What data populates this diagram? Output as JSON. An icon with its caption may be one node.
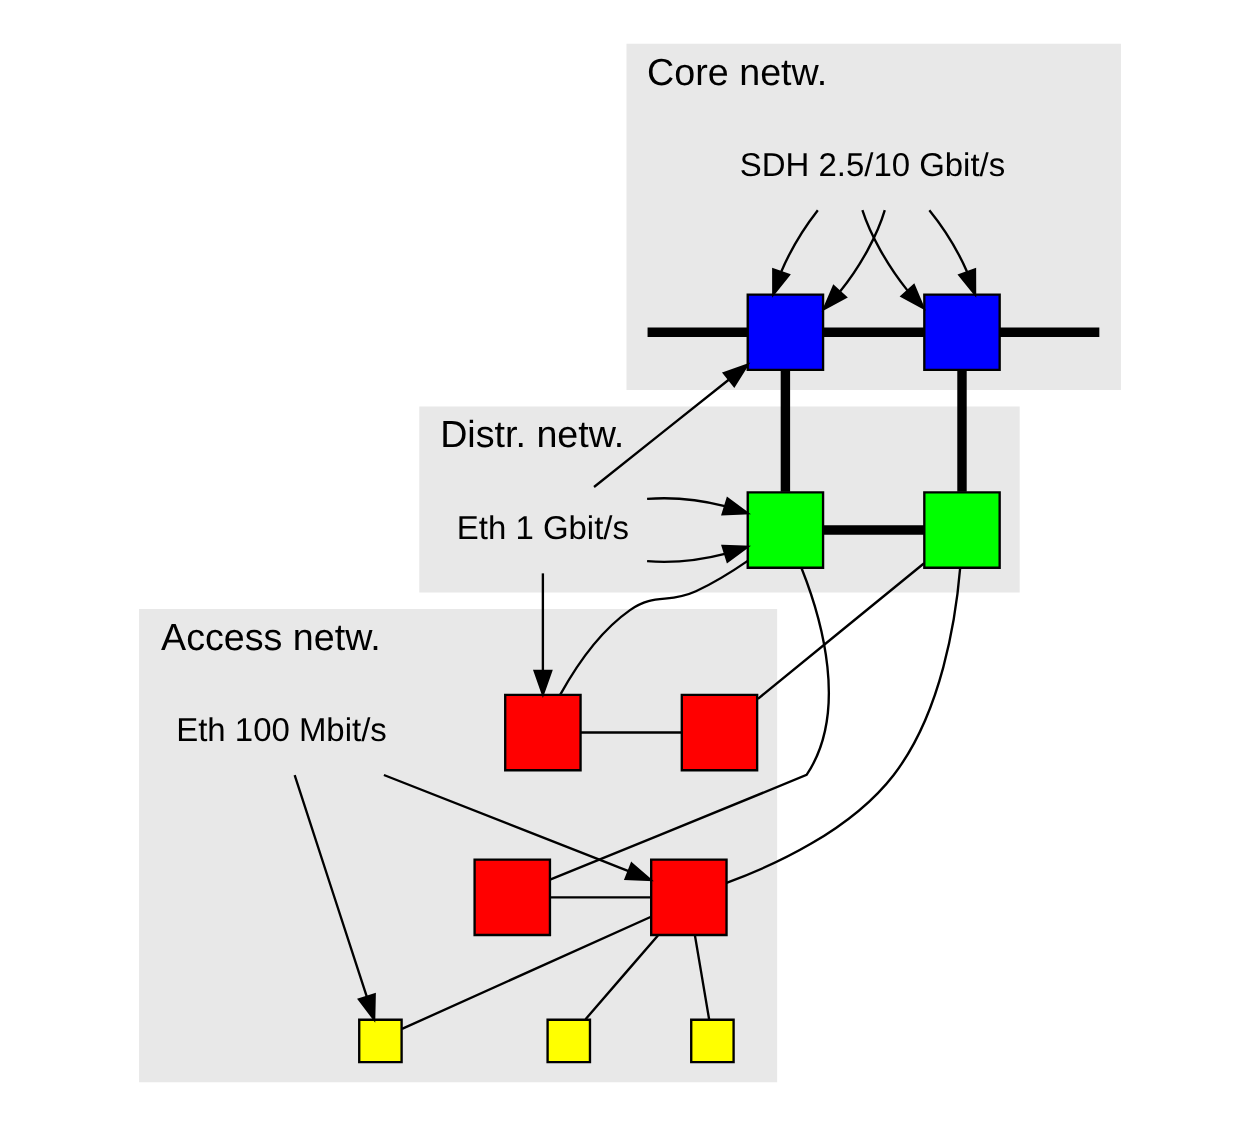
{
  "diagram": {
    "nodes": [
      {
        "text": [
          "Core netw."
        ]
      },
      {
        "text": [],
        "shape": "box",
        "in": 0
      },
      {
        "text": [],
        "shape": "box",
        "in": 0
      },
      {
        "text": [
          "Distr. netw."
        ]
      },
      {
        "text": [],
        "shape": "box",
        "in": 3
      },
      {
        "text": [],
        "shape": "box",
        "in": 3
      },
      {
        "text": [
          "Access netw."
        ]
      },
      {
        "text": [],
        "shape": "box",
        "in": 6
      },
      {
        "text": [],
        "shape": "box",
        "in": 6
      },
      {
        "text": [],
        "shape": "box",
        "in": 6
      },
      {
        "text": [],
        "shape": "box",
        "in": 6
      },
      {
        "text": [],
        "shape": "box",
        "in": 6
      },
      {
        "text": [],
        "shape": "box",
        "in": 6
      },
      {
        "text": [],
        "shape": "box",
        "in": 6
      },
      {
        "text": [
          "SDH 2.5/10 Gbit/s"
        ],
        "in": 0
      },
      {
        "text": [
          "Eth 1 Gbit/s"
        ],
        "in": 3
      },
      {
        "text": [
          "Eth 100 Mbit/s"
        ],
        "in": 6
      }
    ],
    "edges": [
      {
        "from": null,
        "to": 1,
        "arrow": "none",
        "style": "thick"
      },
      {
        "from": 1,
        "to": 2,
        "arrow": "none",
        "style": "thick"
      },
      {
        "from": 2,
        "to": null,
        "arrow": "none",
        "style": "thick"
      },
      {
        "from": 1,
        "to": 4,
        "arrow": "none",
        "style": "thick"
      },
      {
        "from": 2,
        "to": 5,
        "arrow": "none",
        "style": "thick"
      },
      {
        "from": 4,
        "to": 5,
        "arrow": "none",
        "style": "thick"
      },
      {
        "from": 4,
        "to": 7,
        "arrow": "none"
      },
      {
        "from": 4,
        "to": 9,
        "arrow": "none"
      },
      {
        "from": 5,
        "to": 8,
        "arrow": "none"
      },
      {
        "from": 5,
        "to": 10,
        "arrow": "none"
      },
      {
        "from": 7,
        "to": 8,
        "arrow": "none"
      },
      {
        "from": 9,
        "to": 10,
        "arrow": "none"
      },
      {
        "from": 10,
        "to": 11,
        "arrow": "none"
      },
      {
        "from": 10,
        "to": 12,
        "arrow": "none"
      },
      {
        "from": 10,
        "to": 13,
        "arrow": "none"
      },
      {
        "from": 14,
        "to": 1,
        "arrow": "to"
      },
      {
        "from": 14,
        "to": 1,
        "arrow": "to"
      },
      {
        "from": 14,
        "to": 2,
        "arrow": "to"
      },
      {
        "from": 14,
        "to": 2,
        "arrow": "to"
      },
      {
        "from": 15,
        "to": 1,
        "arrow": "to"
      },
      {
        "from": 15,
        "to": 4,
        "arrow": "to"
      },
      {
        "from": 15,
        "to": 4,
        "arrow": "to"
      },
      {
        "from": 15,
        "to": 7,
        "arrow": "to"
      },
      {
        "from": 16,
        "to": 10,
        "arrow": "to"
      },
      {
        "from": 16,
        "to": 11,
        "arrow": "to"
      }
    ]
  }
}
